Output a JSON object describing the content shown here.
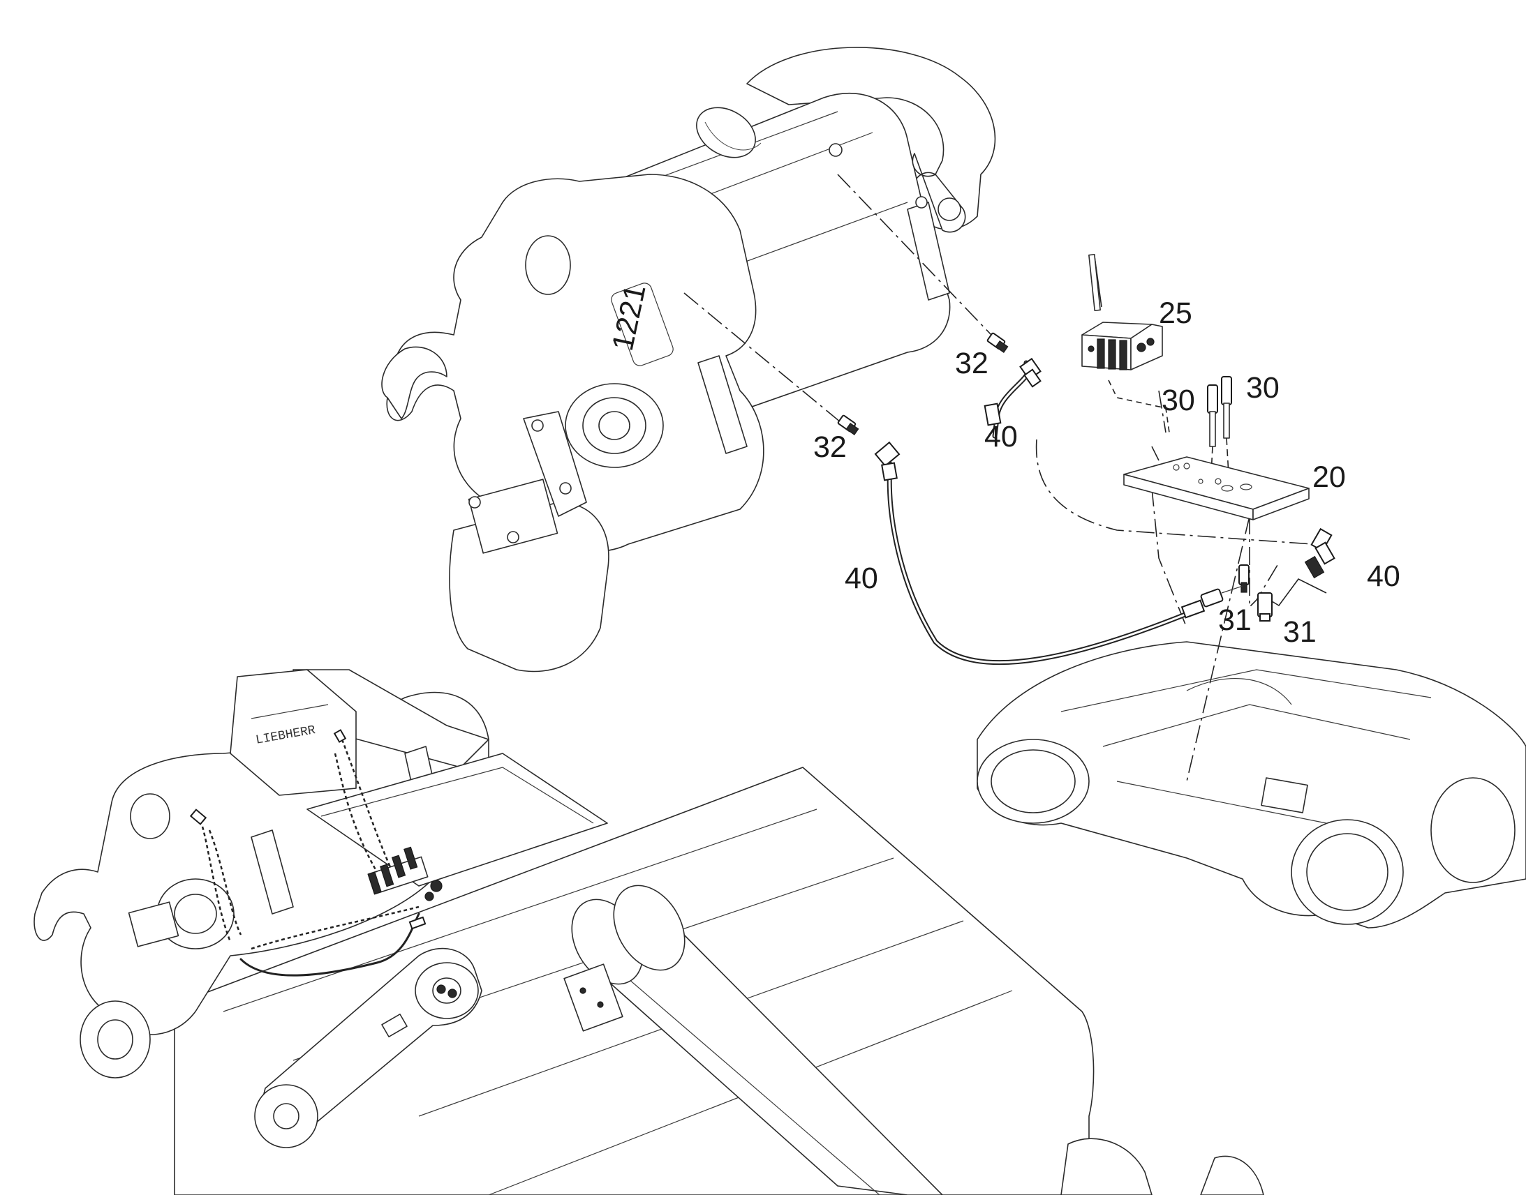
{
  "callouts": {
    "c25": "25",
    "c30a": "30",
    "c30b": "30",
    "c20": "20",
    "c32a": "32",
    "c32b": "32",
    "c40a": "40",
    "c40b": "40",
    "c40c": "40",
    "c31a": "31",
    "c31b": "31"
  },
  "housing_stamp": "1221"
}
